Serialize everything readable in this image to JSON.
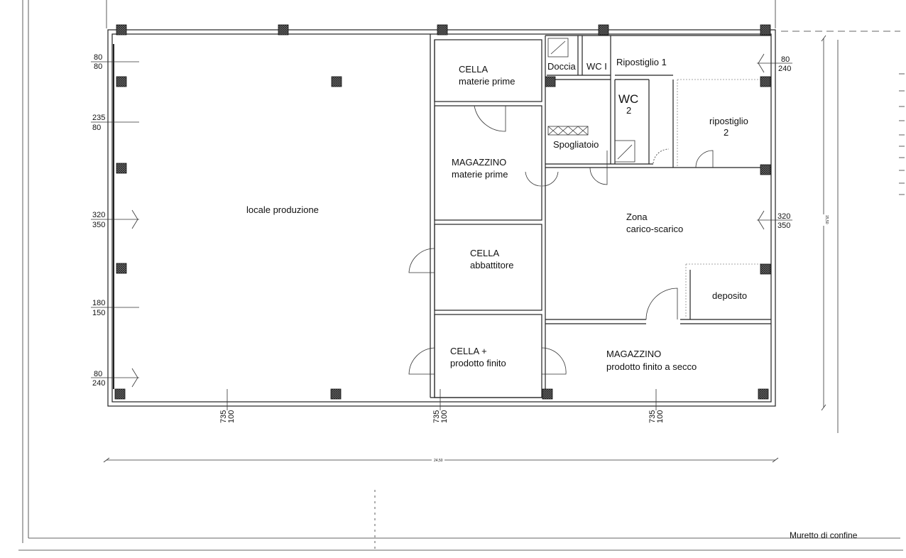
{
  "rooms": {
    "locale_produzione": "locale produzione",
    "cella_materie_prime_1": "CELLA",
    "cella_materie_prime_2": "materie prime",
    "magazzino_mp_1": "MAGAZZINO",
    "magazzino_mp_2": "materie prime",
    "cella_abbattitore_1": "CELLA",
    "cella_abbattitore_2": "abbattitore",
    "cella_prodotto_1": "CELLA +",
    "cella_prodotto_2": "prodotto finito",
    "doccia": "Doccia",
    "wc1": "WC I",
    "ripostiglio1": "Ripostiglio 1",
    "wc2_a": "WC",
    "wc2_b": "2",
    "spogliatoio": "Spogliatoio",
    "ripostiglio2_a": "ripostiglio",
    "ripostiglio2_b": "2",
    "zona_1": "Zona",
    "zona_2": "carico-scarico",
    "deposito": "deposito",
    "magazzino_pf_1": "MAGAZZINO",
    "magazzino_pf_2": "prodotto finito a secco"
  },
  "window_dims_left": [
    {
      "top": "80",
      "bottom": "80"
    },
    {
      "top": "235",
      "bottom": "80"
    },
    {
      "top": "320",
      "bottom": "350"
    },
    {
      "top": "180",
      "bottom": "150"
    },
    {
      "top": "80",
      "bottom": "240"
    }
  ],
  "window_dims_right": [
    {
      "top": "80",
      "bottom": "240"
    },
    {
      "top": "320",
      "bottom": "350"
    }
  ],
  "bottom_dims": [
    {
      "top": "735",
      "bottom": "100"
    },
    {
      "top": "735",
      "bottom": "100"
    },
    {
      "top": "735",
      "bottom": "100"
    }
  ],
  "overall_width": "24,50",
  "overall_height": "15,50",
  "boundary_label": "Muretto di confine"
}
